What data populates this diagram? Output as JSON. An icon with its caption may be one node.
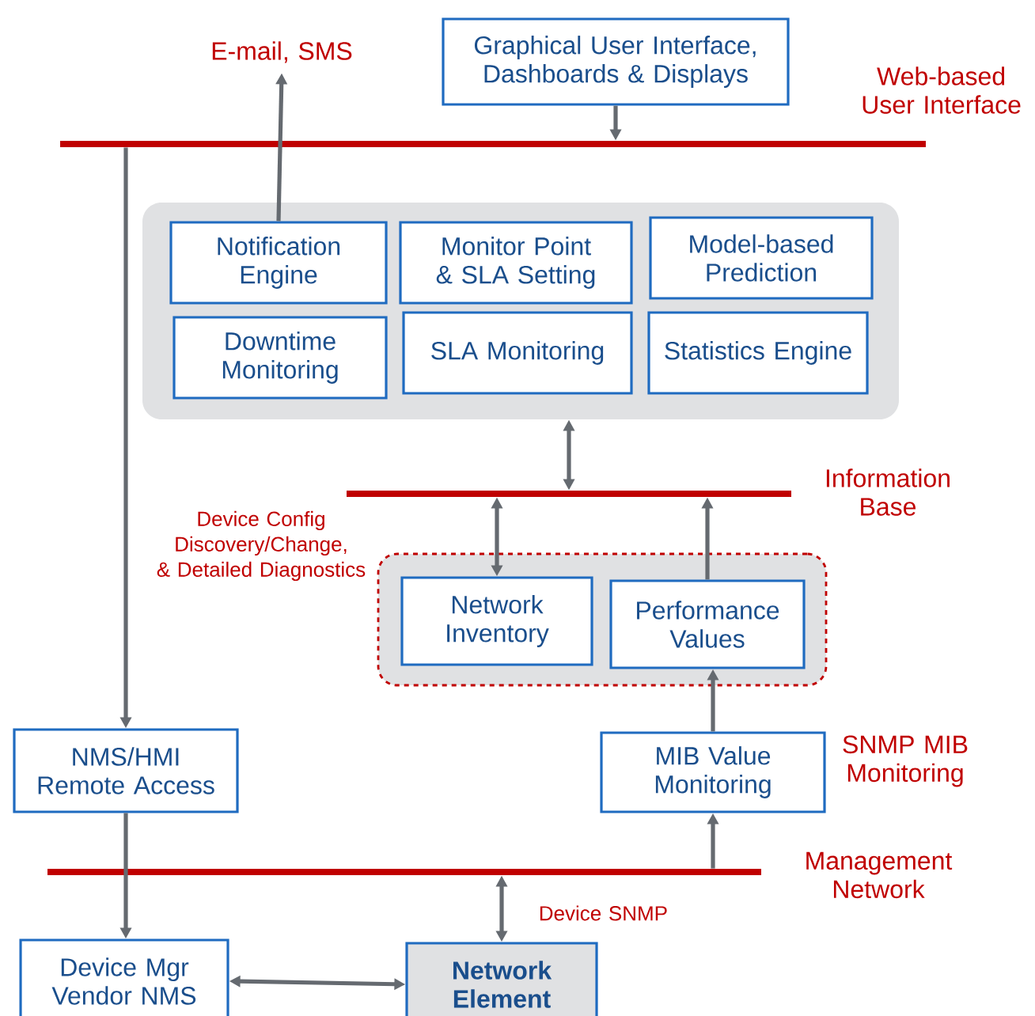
{
  "diagram": {
    "nodes": [
      {
        "text": [
          "E-mail, SMS"
        ]
      },
      {
        "text": [
          "Graphical User Interface, Dashboards & Displays"
        ]
      },
      {
        "text": [],
        "shape": "bar",
        "beside": [
          "Web-based User Interface"
        ]
      },
      {
        "text": [],
        "shape": "box"
      },
      {
        "text": [
          "Notification Engine"
        ],
        "in": 3
      },
      {
        "text": [
          "Monitor Point & SLA Setting"
        ],
        "in": 3
      },
      {
        "text": [
          "Model-based Prediction"
        ],
        "in": 3
      },
      {
        "text": [
          "Downtime Monitoring"
        ],
        "in": 3
      },
      {
        "text": [
          "SLA Monitoring"
        ],
        "in": 3
      },
      {
        "text": [
          "Statistics Engine"
        ],
        "in": 3
      },
      {
        "text": [],
        "shape": "bar",
        "beside": [
          "Information Base"
        ]
      },
      {
        "text": [],
        "shape": "box"
      },
      {
        "text": [
          "Network Inventory"
        ],
        "in": 11
      },
      {
        "text": [
          "Performance Values"
        ],
        "in": 11
      },
      {
        "text": [
          "NMS/HMI Remote Access"
        ]
      },
      {
        "text": [
          "MIB Value Monitoring"
        ],
        "beside": [
          "SNMP MIB Monitoring"
        ]
      },
      {
        "text": [],
        "shape": "bar",
        "beside": [
          "Management Network"
        ]
      },
      {
        "text": [
          "Device Mgr Vendor NMS"
        ]
      },
      {
        "text": [
          "Network Element"
        ]
      }
    ],
    "edges": [
      {
        "from": 1,
        "to": 2,
        "arrow": "to"
      },
      {
        "from": 4,
        "to": 0,
        "arrow": "to"
      },
      {
        "from": 2,
        "to": 14,
        "arrow": "to",
        "label": "Device Config Discovery/Change, & Detailed Diagnostics"
      },
      {
        "from": 3,
        "to": 10,
        "arrow": "both"
      },
      {
        "from": 10,
        "to": 12,
        "arrow": "both"
      },
      {
        "from": 13,
        "to": 10,
        "arrow": "to"
      },
      {
        "from": 15,
        "to": 13,
        "arrow": "to"
      },
      {
        "from": 16,
        "to": 15,
        "arrow": "to"
      },
      {
        "from": 14,
        "to": 17,
        "arrow": "to"
      },
      {
        "from": 16,
        "to": 18,
        "arrow": "both",
        "label": "Device SNMP"
      },
      {
        "from": 17,
        "to": 18,
        "arrow": "both"
      }
    ]
  }
}
